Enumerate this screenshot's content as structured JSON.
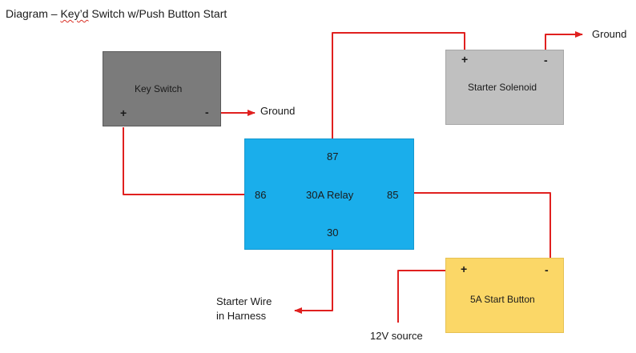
{
  "title": {
    "prefix": "Diagram – ",
    "squiggled_word": "Key’d",
    "suffix": " Switch w/Push Button Start"
  },
  "key_switch": {
    "label": "Key Switch",
    "plus": "+",
    "minus": "-",
    "color": "#7b7b7b"
  },
  "starter_solenoid": {
    "label": "Starter Solenoid",
    "plus": "+",
    "minus": "-",
    "color": "#c0c0c0"
  },
  "relay": {
    "label": "30A Relay",
    "pin_87": "87",
    "pin_86": "86",
    "pin_85": "85",
    "pin_30": "30",
    "color": "#1aaeeb"
  },
  "start_button": {
    "label": "5A Start Button",
    "plus": "+",
    "minus": "-",
    "color": "#fbd767"
  },
  "annotations": {
    "ground_1": "Ground",
    "ground_2": "Ground",
    "starter_wire_line1": "Starter Wire",
    "starter_wire_line2": "in Harness",
    "source_12v": "12V source"
  },
  "wire_color": "#e0201f"
}
